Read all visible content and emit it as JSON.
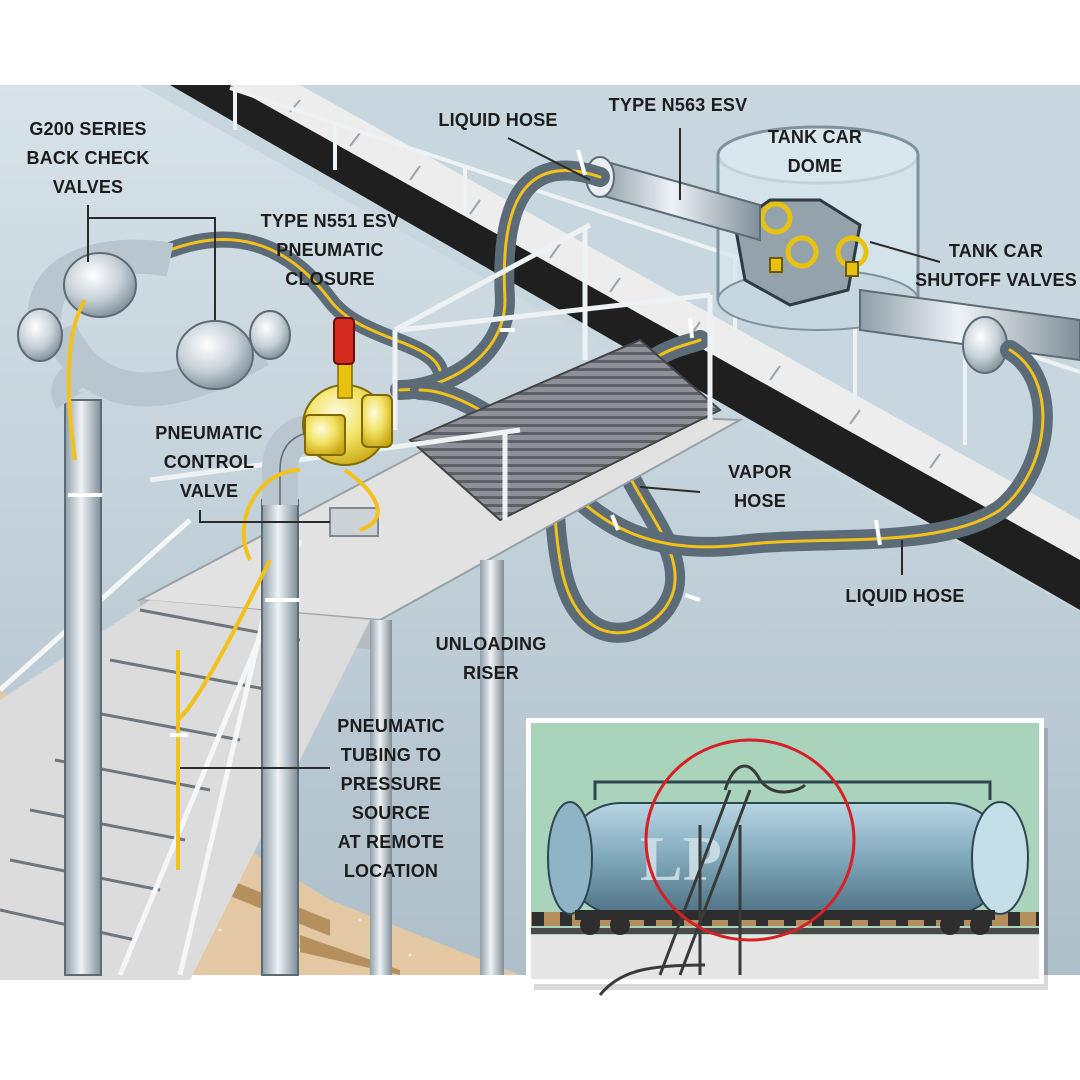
{
  "labels": {
    "g200": [
      "G200 SERIES",
      "BACK CHECK",
      "VALVES"
    ],
    "liquid_hose_top": [
      "LIQUID HOSE"
    ],
    "type_n563": [
      "TYPE N563 ESV"
    ],
    "tank_car_dome": [
      "TANK CAR",
      "DOME"
    ],
    "tank_car_shutoff": [
      "TANK CAR",
      "SHUTOFF VALVES"
    ],
    "type_n551": [
      "TYPE N551 ESV",
      "PNEUMATIC",
      "CLOSURE"
    ],
    "pneumatic_control": [
      "PNEUMATIC",
      "CONTROL",
      "VALVE"
    ],
    "vapor_hose": [
      "VAPOR",
      "HOSE"
    ],
    "liquid_hose_bottom": [
      "LIQUID HOSE"
    ],
    "unloading_riser": [
      "UNLOADING",
      "RISER"
    ],
    "pneumatic_tubing": [
      "PNEUMATIC",
      "TUBING TO",
      "PRESSURE",
      "SOURCE",
      "AT REMOTE",
      "LOCATION"
    ]
  },
  "inset": {
    "tank_marking": "LP"
  },
  "colors": {
    "background": "#c6d5df",
    "walkway": "#dcdcdc",
    "pipe": "#b9c6cf",
    "hose": "#5b6b78",
    "pneumatic_tube": "#f2c21b",
    "esv_body": "#f3e05a",
    "closure_actuator": "#d52b1e",
    "ground": "#e3c8a3",
    "inset_bg": "#a9d4bb",
    "highlight_circle": "#d81f26"
  }
}
